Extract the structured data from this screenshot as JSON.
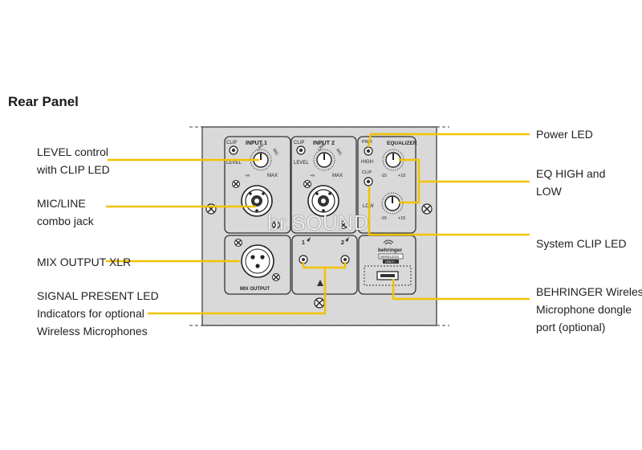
{
  "title": "Rear Panel",
  "watermark": "br.SOUND",
  "callouts": {
    "level_control": [
      "LEVEL control",
      "with CLIP LED"
    ],
    "mic_line_jack": [
      "MIC/LINE",
      "combo jack"
    ],
    "mix_output_xlr": [
      "MIX OUTPUT XLR"
    ],
    "signal_present": [
      "SIGNAL PRESENT LED",
      "Indicators for optional",
      "Wireless Microphones"
    ],
    "power_led": [
      "Power LED"
    ],
    "eq_high_low": [
      "EQ HIGH and",
      "LOW"
    ],
    "system_clip": [
      "System CLIP LED"
    ],
    "dongle_port": [
      "BEHRINGER Wireless",
      "Microphone dongle",
      "port (optional)"
    ]
  },
  "panel": {
    "input1": "INPUT 1",
    "input2": "INPUT 2",
    "equalizer": "EQUALIZER",
    "clip": "CLIP",
    "level": "LEVEL",
    "line": "LINE",
    "mic": "MIC",
    "min": "-∞",
    "max": "MAX",
    "pwr": "PWR",
    "high": "HIGH",
    "low": "LOW",
    "eq_min": "-15",
    "eq_max": "+15",
    "mix_output": "MIX OUTPUT",
    "ch1": "1",
    "ch2": "2",
    "brand": "behringer",
    "wireless": "WIRELESS",
    "only": "ONLY!"
  },
  "colors": {
    "leader_line": "#f2c200",
    "panel_fill": "#d9d9d9",
    "panel_stroke": "#555555"
  }
}
